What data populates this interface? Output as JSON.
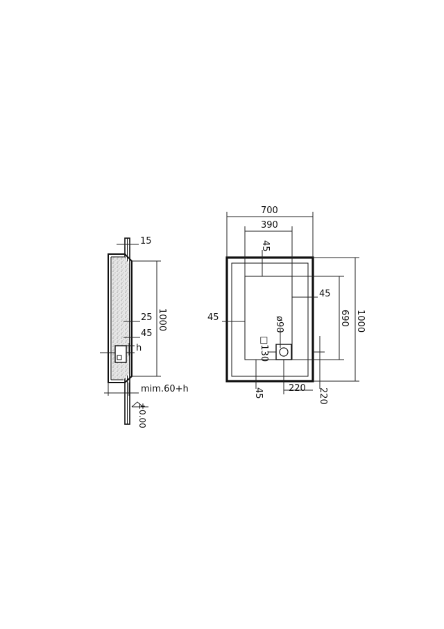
{
  "colors": {
    "ink": "#111111",
    "background": "#ffffff",
    "infill": "#cfcfcf"
  },
  "section_view": {
    "dimensions": {
      "d15": "15",
      "d1000": "1000",
      "d25": "25",
      "d45": "45",
      "h": "h",
      "min60h": "mim.60+h",
      "zero": "±0.00"
    }
  },
  "plan_view": {
    "dimensions": {
      "d700": "700",
      "d390": "390",
      "d45_top": "45",
      "d45_right": "45",
      "d45_left": "45",
      "d690": "690",
      "d1000": "1000",
      "d90": "ø90",
      "d130": "□130",
      "d45_bottom": "45",
      "d220_horizontal": "220",
      "d220_vertical": "220"
    }
  }
}
